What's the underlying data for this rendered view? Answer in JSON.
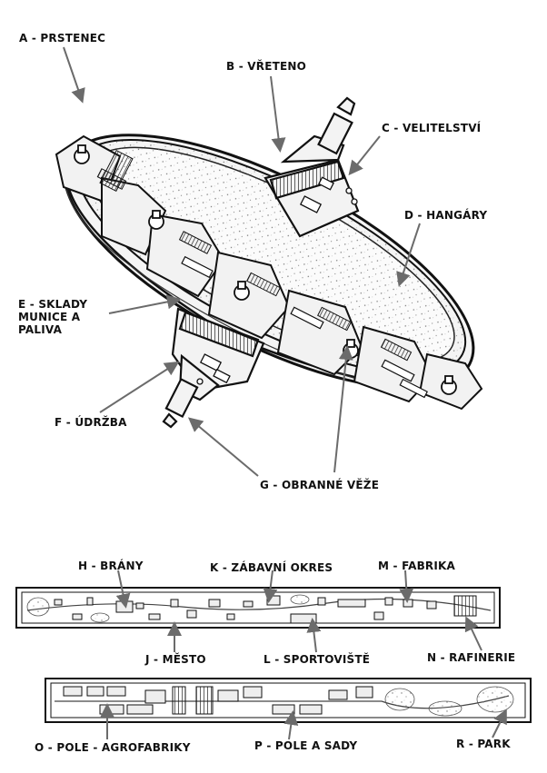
{
  "labels": {
    "a": "A - PRSTENEC",
    "b": "B - VŘETENO",
    "c": "C - VELITELSTVÍ",
    "d": "D - HANGÁRY",
    "e": [
      "E - SKLADY",
      "MUNICE A",
      "PALIVA"
    ],
    "f": "F - ÚDRŽBA",
    "g": "G - OBRANNÉ VĚŽE",
    "h": "H - BRÁNY",
    "k": "K - ZÁBAVNÍ OKRES",
    "m": "M - FABRIKA",
    "j": "J - MĚSTO",
    "l": "L - SPORTOVIŠTĚ",
    "n": "N - RAFINERIE",
    "o": "O - POLE - AGROFABRIKY",
    "p": "P - POLE A SADY",
    "r": "R - PARK"
  }
}
